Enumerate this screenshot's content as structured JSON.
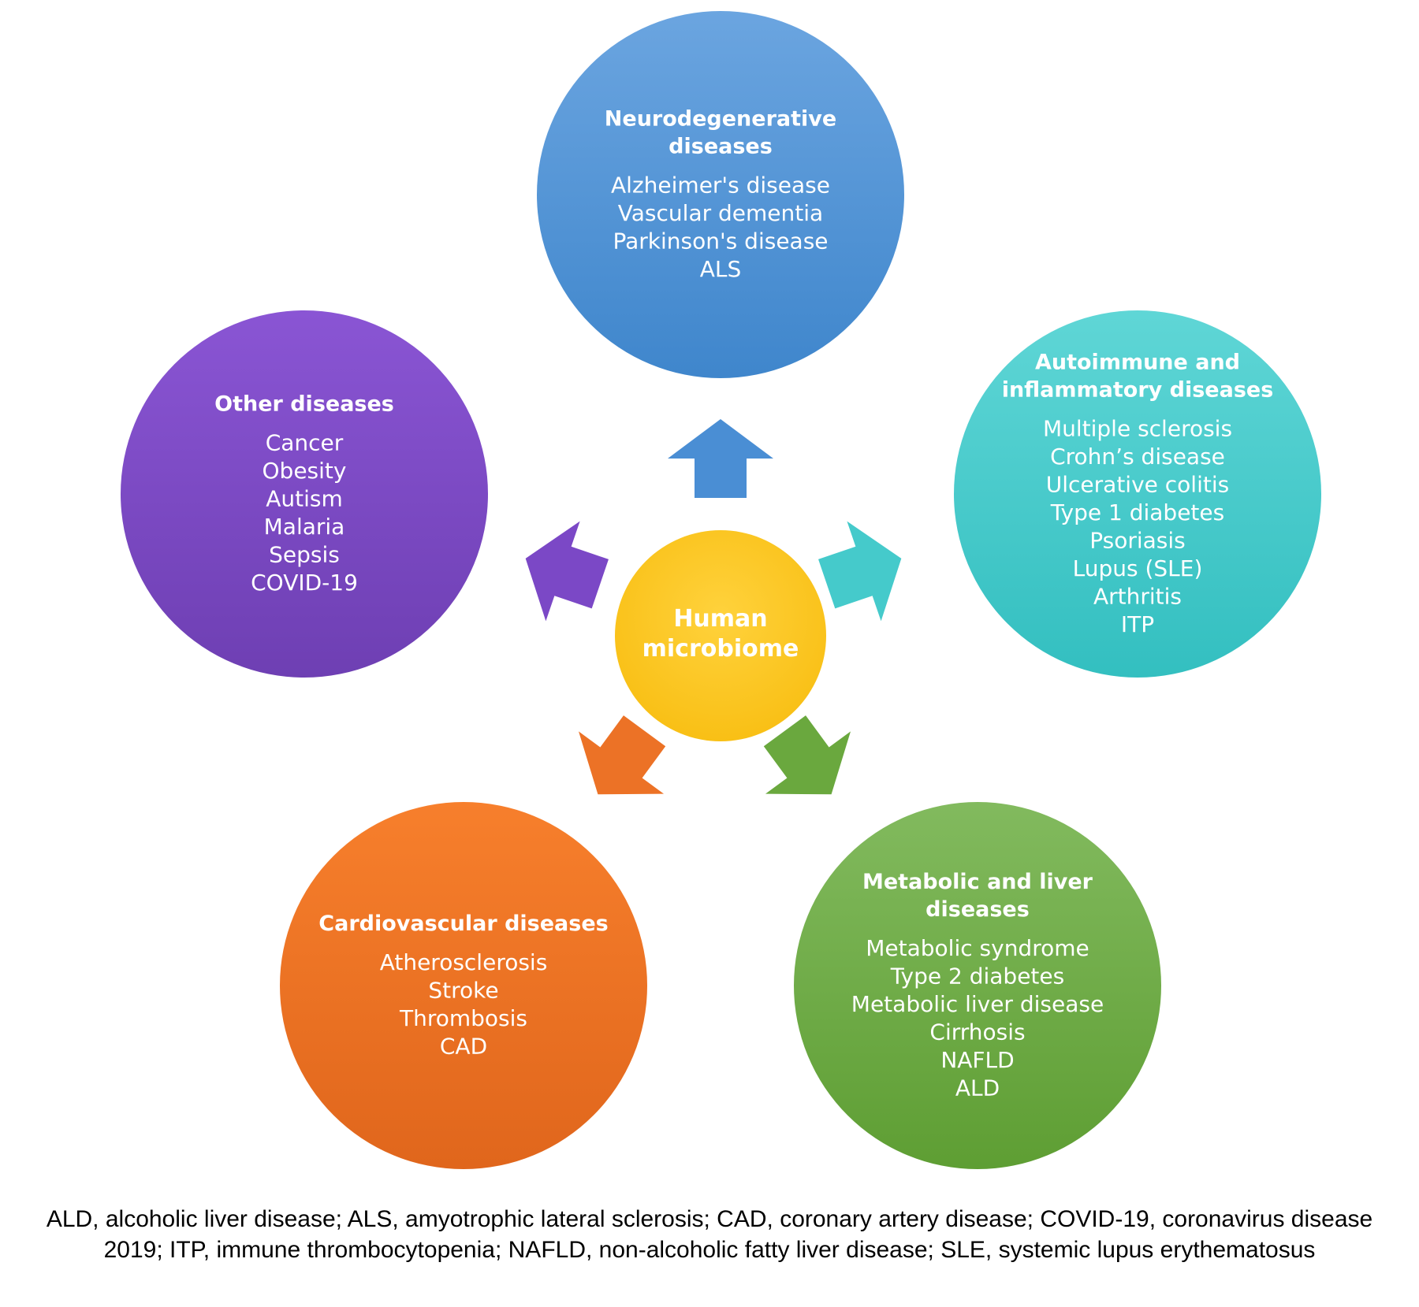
{
  "center": {
    "title_lines": [
      "Human",
      "microbiome"
    ],
    "color": "#F8BE12"
  },
  "groups": [
    {
      "id": "neurodegenerative",
      "title_lines": [
        "Neurodegenerative",
        "diseases"
      ],
      "items": [
        "Alzheimer's disease",
        "Vascular dementia",
        "Parkinson's disease",
        "ALS"
      ],
      "color_top": "#6BA5E0",
      "color_bottom": "#3F86CC",
      "arrow_color": "#4A8ED4"
    },
    {
      "id": "autoimmune",
      "title_lines": [
        "Autoimmune and",
        "inflammatory diseases"
      ],
      "items": [
        "Multiple sclerosis",
        "Crohn’s disease",
        "Ulcerative colitis",
        "Type 1 diabetes",
        "Psoriasis",
        "Lupus (SLE)",
        "Arthritis",
        "ITP"
      ],
      "color_top": "#5FD6D6",
      "color_bottom": "#33BFC0",
      "arrow_color": "#45CACB"
    },
    {
      "id": "metabolic",
      "title_lines": [
        "Metabolic and liver",
        "diseases"
      ],
      "items": [
        "Metabolic syndrome",
        "Type 2 diabetes",
        "Metabolic liver disease",
        "Cirrhosis",
        "NAFLD",
        "ALD"
      ],
      "color_top": "#82BA5E",
      "color_bottom": "#5E9E33",
      "arrow_color": "#6AA83E"
    },
    {
      "id": "cardiovascular",
      "title_lines": [
        "Cardiovascular diseases"
      ],
      "items": [
        "Atherosclerosis",
        "Stroke",
        "Thrombosis",
        "CAD"
      ],
      "color_top": "#F77F2C",
      "color_bottom": "#E0661C",
      "arrow_color": "#EC7226"
    },
    {
      "id": "other",
      "title_lines": [
        "Other diseases"
      ],
      "items": [
        "Cancer",
        "Obesity",
        "Autism",
        "Malaria",
        "Sepsis",
        "COVID-19"
      ],
      "color_top": "#8A55D4",
      "color_bottom": "#6E3FB3",
      "arrow_color": "#7B48C6"
    }
  ],
  "legend": "ALD, alcoholic liver disease; ALS, amyotrophic lateral sclerosis; CAD, coronary artery disease; COVID-19, coronavirus disease 2019; ITP, immune thrombocytopenia; NAFLD, non-alcoholic fatty liver disease; SLE, systemic lupus erythematosus"
}
